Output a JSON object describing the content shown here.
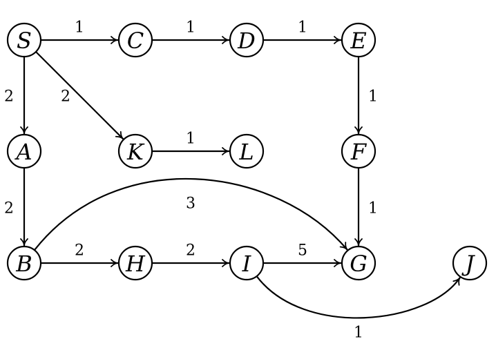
{
  "colors": {
    "stroke": "#000000",
    "background": "#ffffff"
  },
  "graph": {
    "nodes": [
      {
        "id": "S",
        "label": "S"
      },
      {
        "id": "C",
        "label": "C"
      },
      {
        "id": "D",
        "label": "D"
      },
      {
        "id": "E",
        "label": "E"
      },
      {
        "id": "A",
        "label": "A"
      },
      {
        "id": "K",
        "label": "K"
      },
      {
        "id": "L",
        "label": "L"
      },
      {
        "id": "F",
        "label": "F"
      },
      {
        "id": "B",
        "label": "B"
      },
      {
        "id": "H",
        "label": "H"
      },
      {
        "id": "I",
        "label": "I"
      },
      {
        "id": "G",
        "label": "G"
      },
      {
        "id": "J",
        "label": "J"
      }
    ],
    "edges": [
      {
        "id": "S-C",
        "from": "S",
        "to": "C",
        "weight": "1"
      },
      {
        "id": "C-D",
        "from": "C",
        "to": "D",
        "weight": "1"
      },
      {
        "id": "D-E",
        "from": "D",
        "to": "E",
        "weight": "1"
      },
      {
        "id": "S-A",
        "from": "S",
        "to": "A",
        "weight": "2"
      },
      {
        "id": "S-K",
        "from": "S",
        "to": "K",
        "weight": "2"
      },
      {
        "id": "E-F",
        "from": "E",
        "to": "F",
        "weight": "1"
      },
      {
        "id": "K-L",
        "from": "K",
        "to": "L",
        "weight": "1"
      },
      {
        "id": "A-B",
        "from": "A",
        "to": "B",
        "weight": "2"
      },
      {
        "id": "F-G",
        "from": "F",
        "to": "G",
        "weight": "1"
      },
      {
        "id": "B-G",
        "from": "B",
        "to": "G",
        "weight": "3"
      },
      {
        "id": "B-H",
        "from": "B",
        "to": "H",
        "weight": "2"
      },
      {
        "id": "H-I",
        "from": "H",
        "to": "I",
        "weight": "2"
      },
      {
        "id": "I-G",
        "from": "I",
        "to": "G",
        "weight": "5"
      },
      {
        "id": "I-J",
        "from": "I",
        "to": "J",
        "weight": "1"
      }
    ]
  }
}
